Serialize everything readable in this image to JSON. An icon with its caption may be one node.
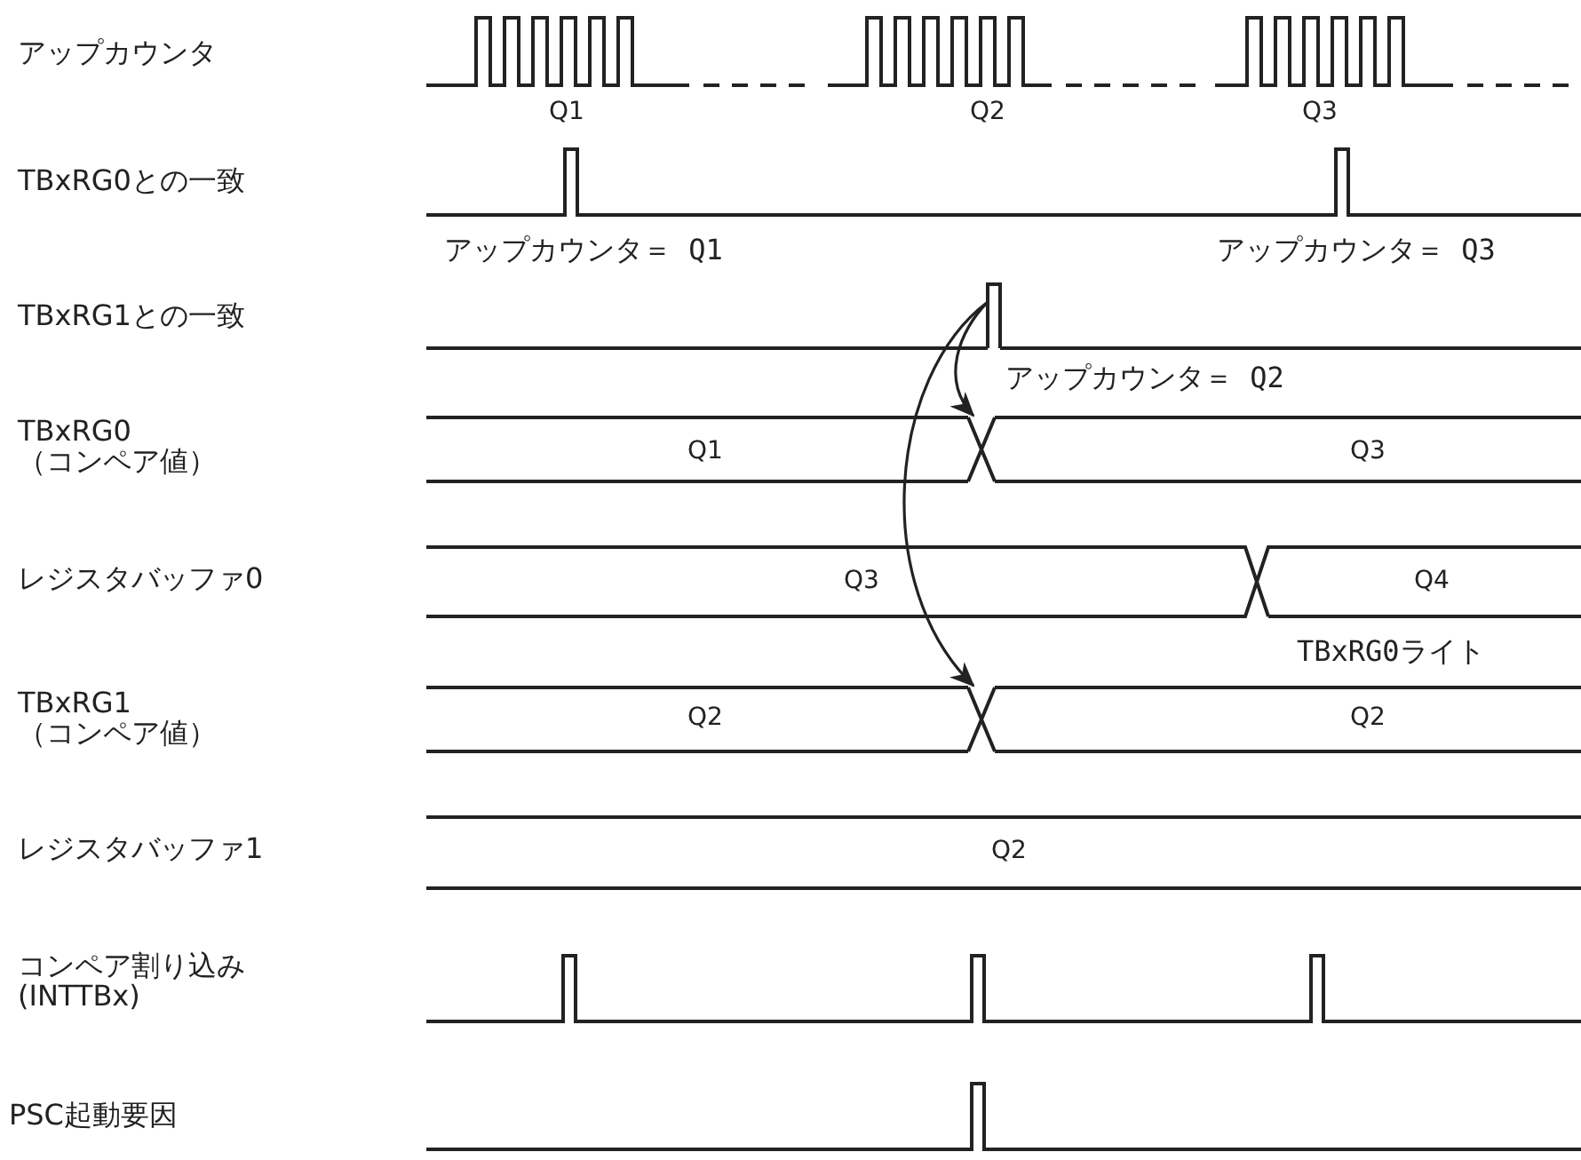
{
  "diagram": {
    "nodes": [
      {
        "text": [],
        "shape": "pulse"
      },
      {
        "text": [],
        "shape": "cross"
      },
      {
        "text": [],
        "shape": "cross"
      }
    ],
    "edges": [
      {
        "from": 0,
        "to": 1,
        "arrow": "to"
      },
      {
        "from": 0,
        "to": 2,
        "arrow": "to"
      }
    ],
    "labels": [
      "アップカウンタ",
      "Q1",
      "Q2",
      "Q3",
      "TBxRG0との一致",
      "アップカウンタ＝ Q1",
      "アップカウンタ＝ Q3",
      "TBxRG1との一致",
      "アップカウンタ＝ Q2",
      "TBxRG0 （コンペア値）",
      "Q1",
      "Q3",
      "レジスタバッファ0",
      "Q3",
      "Q4",
      "TBxRG0ライト",
      "TBxRG1 （コンペア値）",
      "Q2",
      "Q2",
      "レジスタバッファ1",
      "Q2",
      "コンペア割り込み (INTTBx)",
      "PSC起動要因"
    ]
  }
}
